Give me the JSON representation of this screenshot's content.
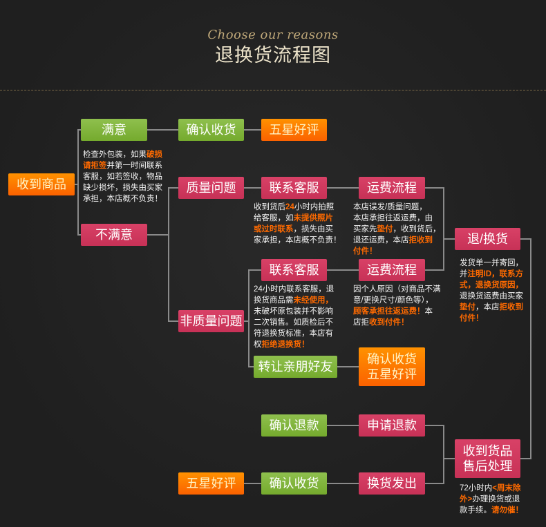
{
  "header": {
    "script_title": "Choose our reasons",
    "title": "退换货流程图"
  },
  "nodes": {
    "received_goods": "收到商品",
    "satisfied": "满意",
    "confirm_receipt_top": "确认收货",
    "five_star_top": "五星好评",
    "unsatisfied": "不满意",
    "quality_issue": "质量问题",
    "quality_contact_service": "联系客服",
    "quality_shipping_process": "运费流程",
    "return_exchange": "退/换货",
    "non_quality_issue": "非质量问题",
    "non_quality_contact_service": "联系客服",
    "non_quality_shipping_process": "运费流程",
    "transfer_to_friends": "转让亲朋好友",
    "confirm_and_five_star": [
      "确认收货",
      "五星好评"
    ],
    "confirm_refund": "确认退款",
    "apply_refund": "申请退款",
    "after_sales": [
      "收到货品",
      "售后处理"
    ],
    "five_star_bottom": "五星好评",
    "confirm_receipt_bottom": "确认收货",
    "exchange_shipped": "换货发出"
  },
  "notes": {
    "satisfied_note": [
      [
        {
          "text": "检查外包装，如果"
        },
        {
          "text": "破损",
          "emphasis": true
        }
      ],
      [
        {
          "text": "请拒签",
          "emphasis": true
        },
        {
          "text": "并第一时间联系"
        }
      ],
      [
        {
          "text": "客服，如若签收，物品"
        }
      ],
      [
        {
          "text": "缺少损坏，损失由买家"
        }
      ],
      [
        {
          "text": "承担，本店概不负责！"
        }
      ]
    ],
    "quality_contact_note": [
      [
        {
          "text": "收到货后"
        },
        {
          "text": "24",
          "emphasis": true
        },
        {
          "text": "小时内拍照"
        }
      ],
      [
        {
          "text": "给客服，如"
        },
        {
          "text": "未提供照片",
          "emphasis": true
        }
      ],
      [
        {
          "text": "或过时联系",
          "emphasis": true
        },
        {
          "text": "，损失由买"
        }
      ],
      [
        {
          "text": "家承担，本店概不负责！"
        }
      ]
    ],
    "quality_shipping_note": [
      [
        {
          "text": "本店误发/质量问题，"
        }
      ],
      [
        {
          "text": "本店承担往返运费，由"
        }
      ],
      [
        {
          "text": "买家先"
        },
        {
          "text": "垫付",
          "emphasis": true
        },
        {
          "text": "，收到货后，"
        }
      ],
      [
        {
          "text": "退还运费，本店"
        },
        {
          "text": "拒收到",
          "emphasis": true
        }
      ],
      [
        {
          "text": "付件！",
          "emphasis": true
        }
      ]
    ],
    "return_note": [
      [
        {
          "text": "发货单一并寄回，"
        }
      ],
      [
        {
          "text": "并"
        },
        {
          "text": "注明ID，联系方",
          "emphasis": true
        }
      ],
      [
        {
          "text": "式，退换货原因，",
          "emphasis": true
        }
      ],
      [
        {
          "text": "退换货运费由买家"
        }
      ],
      [
        {
          "text": "垫付",
          "emphasis": true
        },
        {
          "text": "，本店"
        },
        {
          "text": "拒收到",
          "emphasis": true
        }
      ],
      [
        {
          "text": "付件！",
          "emphasis": true
        }
      ]
    ],
    "nonquality_contact_note": [
      [
        {
          "text": "24小时内联系客服，退"
        }
      ],
      [
        {
          "text": "换货商品需"
        },
        {
          "text": "未经使用，",
          "emphasis": true
        }
      ],
      [
        {
          "text": "未破坏原包装并不影响"
        }
      ],
      [
        {
          "text": "二次销售。如质检后不"
        }
      ],
      [
        {
          "text": "符退换货标准，本店有"
        }
      ],
      [
        {
          "text": "权"
        },
        {
          "text": "拒绝退换货！",
          "emphasis": true
        }
      ]
    ],
    "nonquality_shipping_note": [
      [
        {
          "text": "因个人原因（对商品不满"
        }
      ],
      [
        {
          "text": "意/更换尺寸/颜色等），"
        }
      ],
      [
        {
          "text": "顾客承担往返运费！",
          "emphasis": true
        },
        {
          "text": "本"
        }
      ],
      [
        {
          "text": "店拒"
        },
        {
          "text": "收到付件！",
          "emphasis": true
        }
      ]
    ],
    "after_sales_note": [
      [
        {
          "text": "72小时内"
        },
        {
          "text": "<周末除",
          "emphasis": true
        }
      ],
      [
        {
          "text": "外>",
          "emphasis": true
        },
        {
          "text": "办理换货或退"
        }
      ],
      [
        {
          "text": "款手续。"
        },
        {
          "text": "请勿催！",
          "emphasis": true
        }
      ]
    ]
  },
  "colors": {
    "background": "#1f1f1f",
    "green": "#7cb530",
    "pink": "#d6355d",
    "orange": "#ff6f00",
    "highlight_text": "#ff6a00",
    "connector": "#8a8a8a",
    "header_gold": "#bfa879"
  }
}
